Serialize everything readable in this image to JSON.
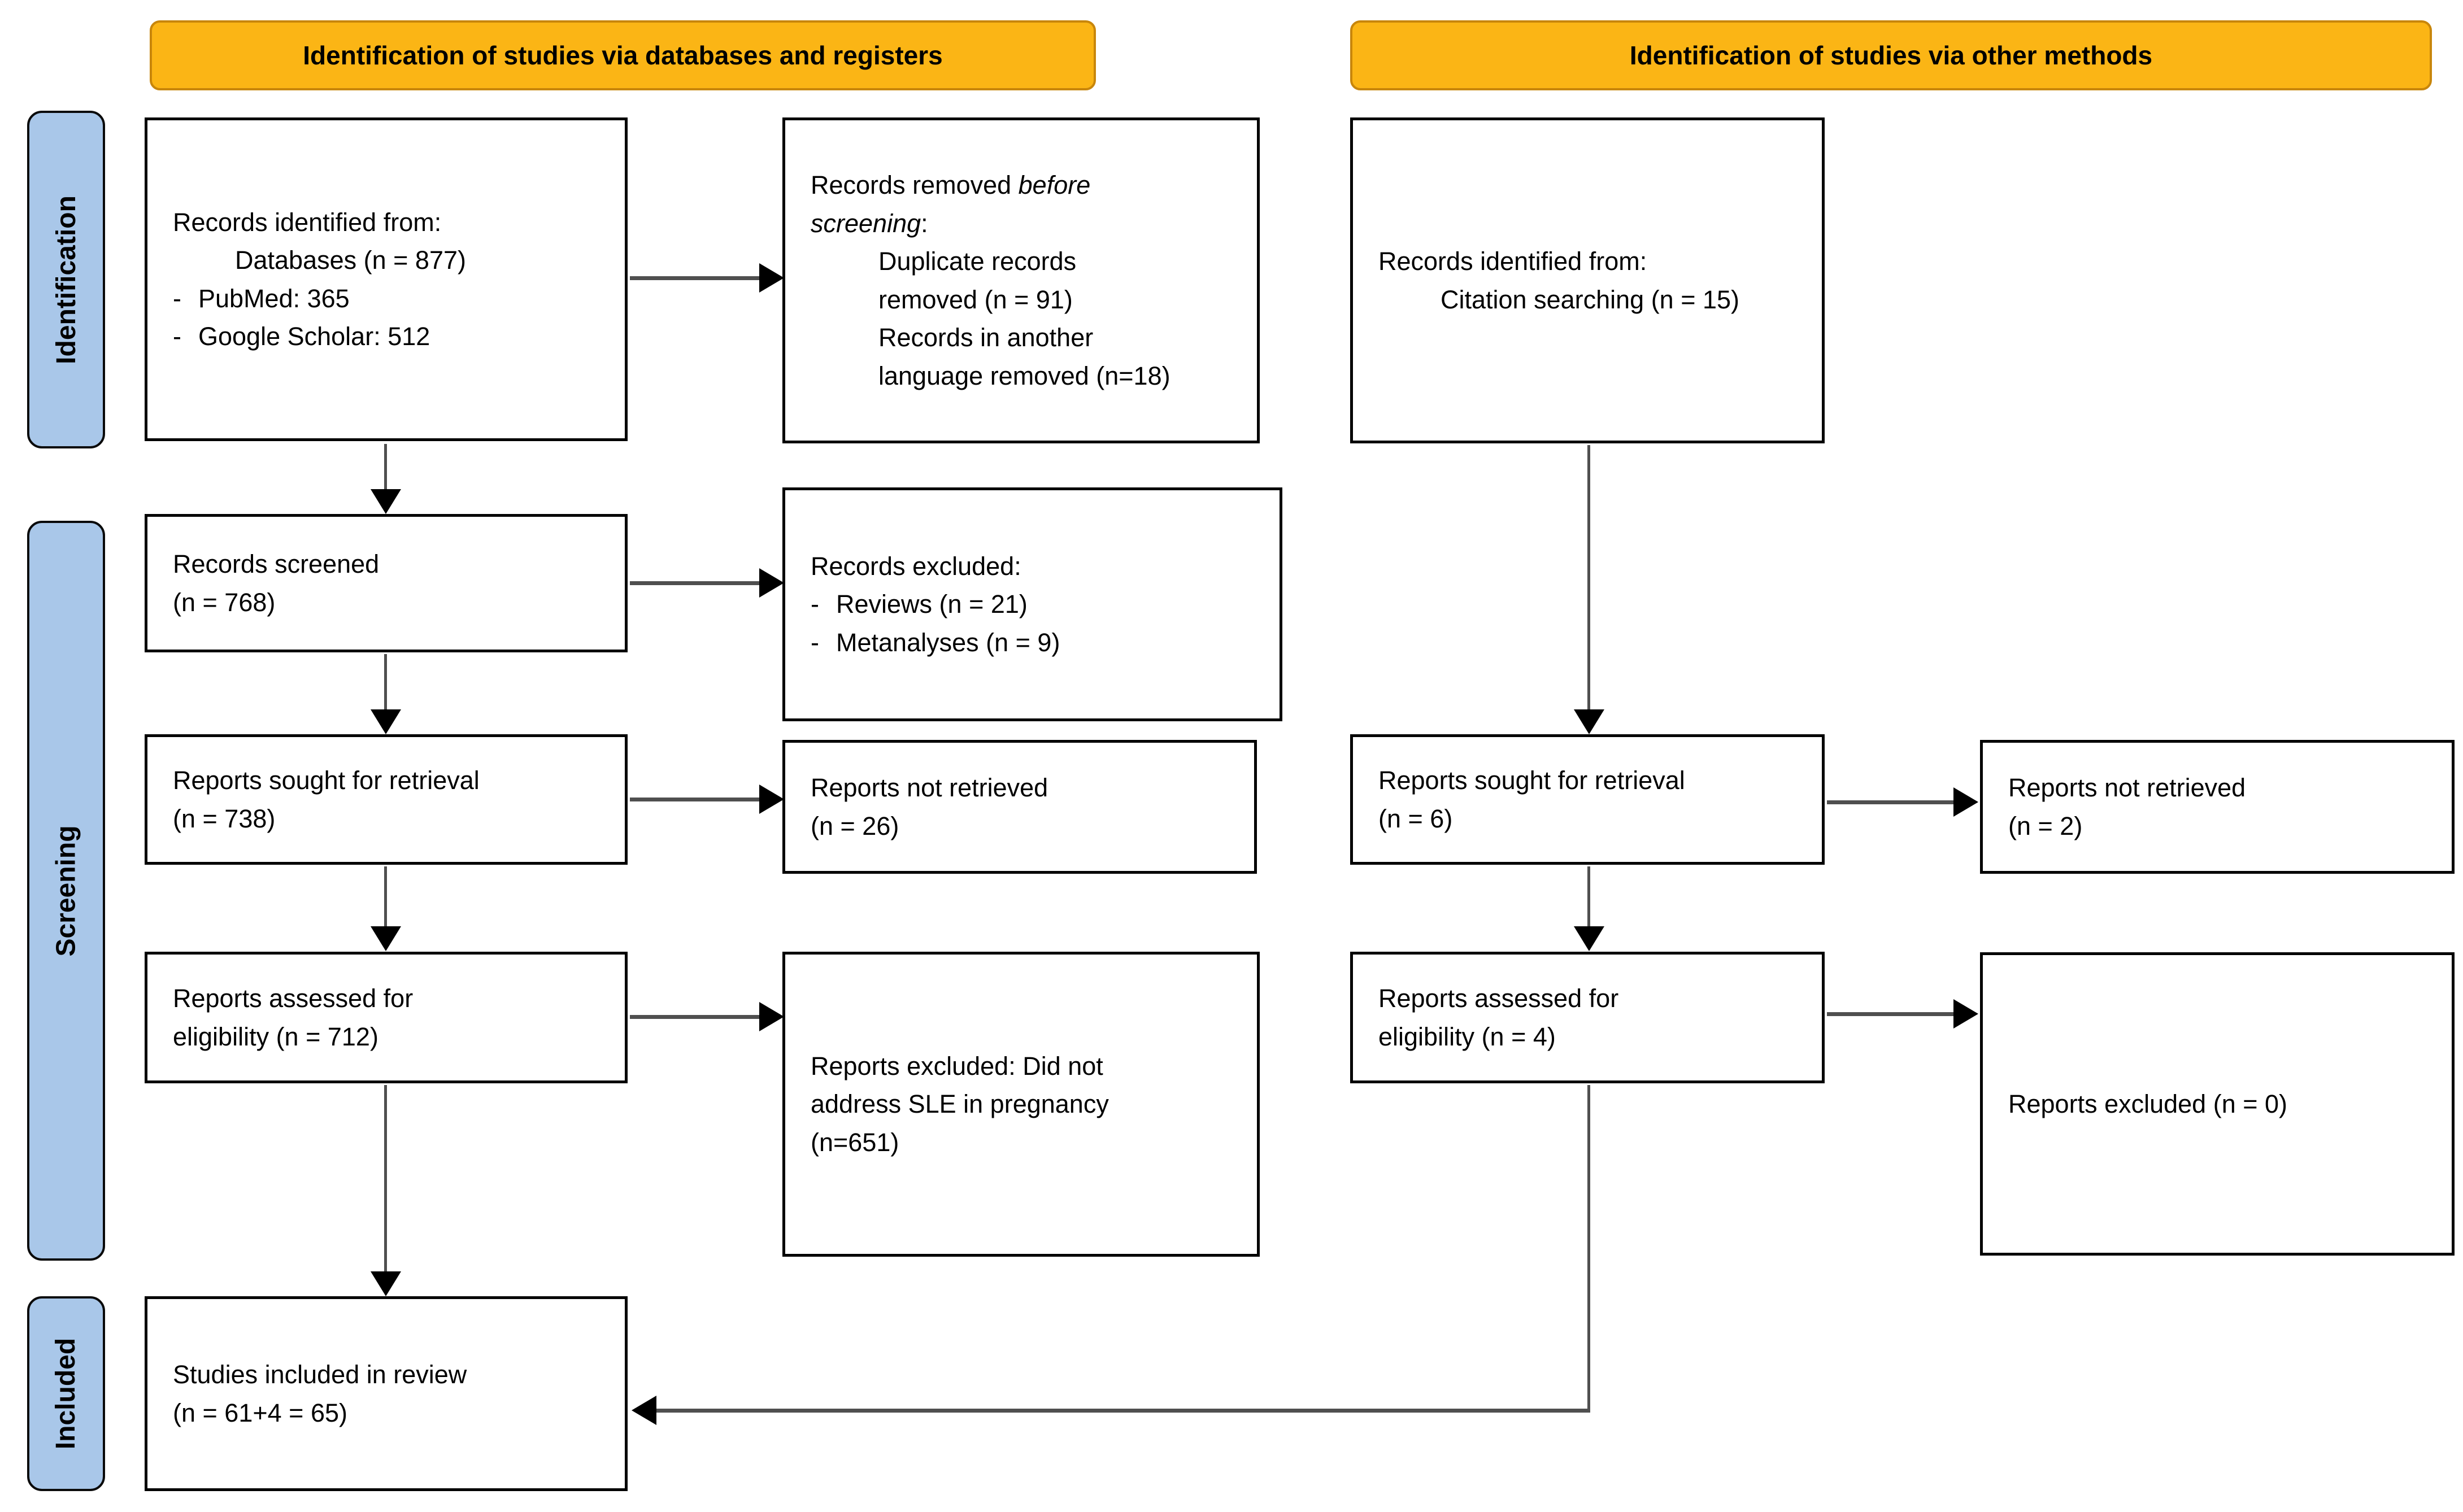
{
  "banners": {
    "databases": "Identification of studies via databases and registers",
    "other_methods": "Identification of studies via other methods"
  },
  "sidebar": {
    "identification": "Identification",
    "screening": "Screening",
    "included": "Included"
  },
  "colors": {
    "banner_fill": "#FBB515",
    "banner_border": "#C8860B",
    "sidebar_fill": "#A9C7E9",
    "box_border": "#000000",
    "arrow_line": "#4f4f4f",
    "arrow_head": "#000000"
  },
  "boxes": {
    "records_identified": {
      "title": "Records identified from:",
      "indent1": "Databases (n = 877)",
      "bullet1": {
        "dash": "-",
        "text": "PubMed: 365"
      },
      "bullet2": {
        "dash": "-",
        "text": "Google Scholar: 512"
      }
    },
    "records_removed": {
      "lead": "Records removed ",
      "italic": "before screening",
      "colon": ":",
      "item1": "Duplicate records removed (n = 91)",
      "item2": "Records in another language removed (n=18)"
    },
    "citation_identified": {
      "title": "Records identified from:",
      "indent1": "Citation searching (n = 15)"
    },
    "records_screened": {
      "text": "Records screened",
      "count": "(n = 768)"
    },
    "records_excluded": {
      "title": "Records excluded:",
      "bullet1": {
        "dash": "-",
        "text": "Reviews (n = 21)"
      },
      "bullet2": {
        "dash": "-",
        "text": "Metanalyses (n = 9)"
      }
    },
    "reports_sought_db": {
      "text": "Reports sought for retrieval",
      "count": "(n = 738)"
    },
    "reports_not_retrieved_db": {
      "text": "Reports not retrieved",
      "count": "(n = 26)"
    },
    "reports_sought_other": {
      "text": "Reports sought for retrieval",
      "count": "(n = 6)"
    },
    "reports_not_retrieved_other": {
      "text": "Reports not retrieved",
      "count": "(n = 2)"
    },
    "reports_assessed_db": {
      "text": "Reports assessed for eligibility (n = 712)"
    },
    "reports_excluded_db": {
      "text": "Reports excluded: Did not address SLE in pregnancy (n=651)"
    },
    "reports_assessed_other": {
      "text": "Reports assessed for eligibility (n = 4)"
    },
    "reports_excluded_other": {
      "text": "Reports excluded (n = 0)"
    },
    "studies_included": {
      "text": "Studies included in review",
      "count": "(n = 61+4 = 65)"
    }
  }
}
